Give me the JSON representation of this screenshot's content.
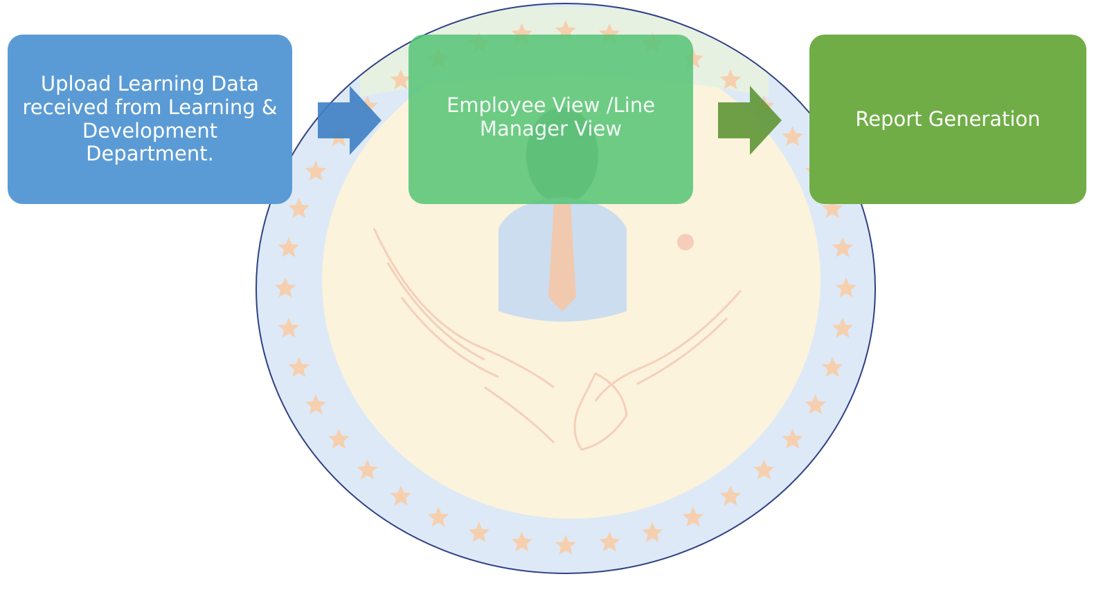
{
  "diagram": {
    "steps": [
      {
        "label": "Upload Learning Data received from Learning & Development Department."
      },
      {
        "label": "Employee View /Line Manager View"
      },
      {
        "label": "Report Generation"
      }
    ],
    "colors": {
      "step_upload": "#5b9bd5",
      "step_view": "#56c476",
      "step_report": "#70ad47",
      "arrow_1": "#3e7fc4",
      "arrow_2": "#5e9636",
      "seal_outline": "#2f3f85",
      "seal_ring": "#c9dcf0",
      "seal_inner": "#fbf3dc",
      "seal_stars": "#f7c9a3"
    }
  },
  "watermark": {
    "icon": "emblem-eagle-seal-icon"
  }
}
